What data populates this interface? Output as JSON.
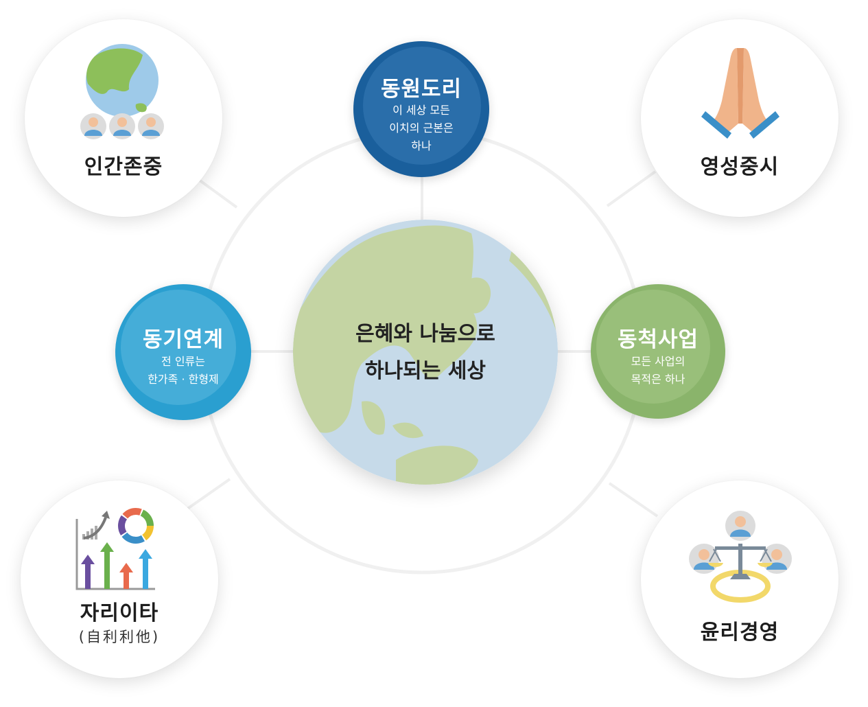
{
  "center": {
    "line1": "은혜와 나눔으로",
    "line2": "하나되는 세상"
  },
  "principles": {
    "top": {
      "title": "동원도리",
      "desc": [
        "이 세상 모든",
        "이치의 근본은",
        "하나"
      ],
      "color": "#1a5f9c"
    },
    "left": {
      "title": "동기연계",
      "desc": [
        "전 인류는",
        "한가족 · 한형제"
      ],
      "color": "#2a9fd0"
    },
    "right": {
      "title": "동척사업",
      "desc": [
        "모든 사업의",
        "목적은 하나"
      ],
      "color": "#8ab46b"
    }
  },
  "values": {
    "top_left": {
      "label": "인간존중",
      "icon": "globe-people-icon"
    },
    "top_right": {
      "label": "영성중시",
      "icon": "praying-hands-icon"
    },
    "bottom_left": {
      "label": "자리이타",
      "sublabel": "(自利利他)",
      "icon": "growth-chart-icon"
    },
    "bottom_right": {
      "label": "윤리경영",
      "icon": "scales-people-icon"
    }
  }
}
